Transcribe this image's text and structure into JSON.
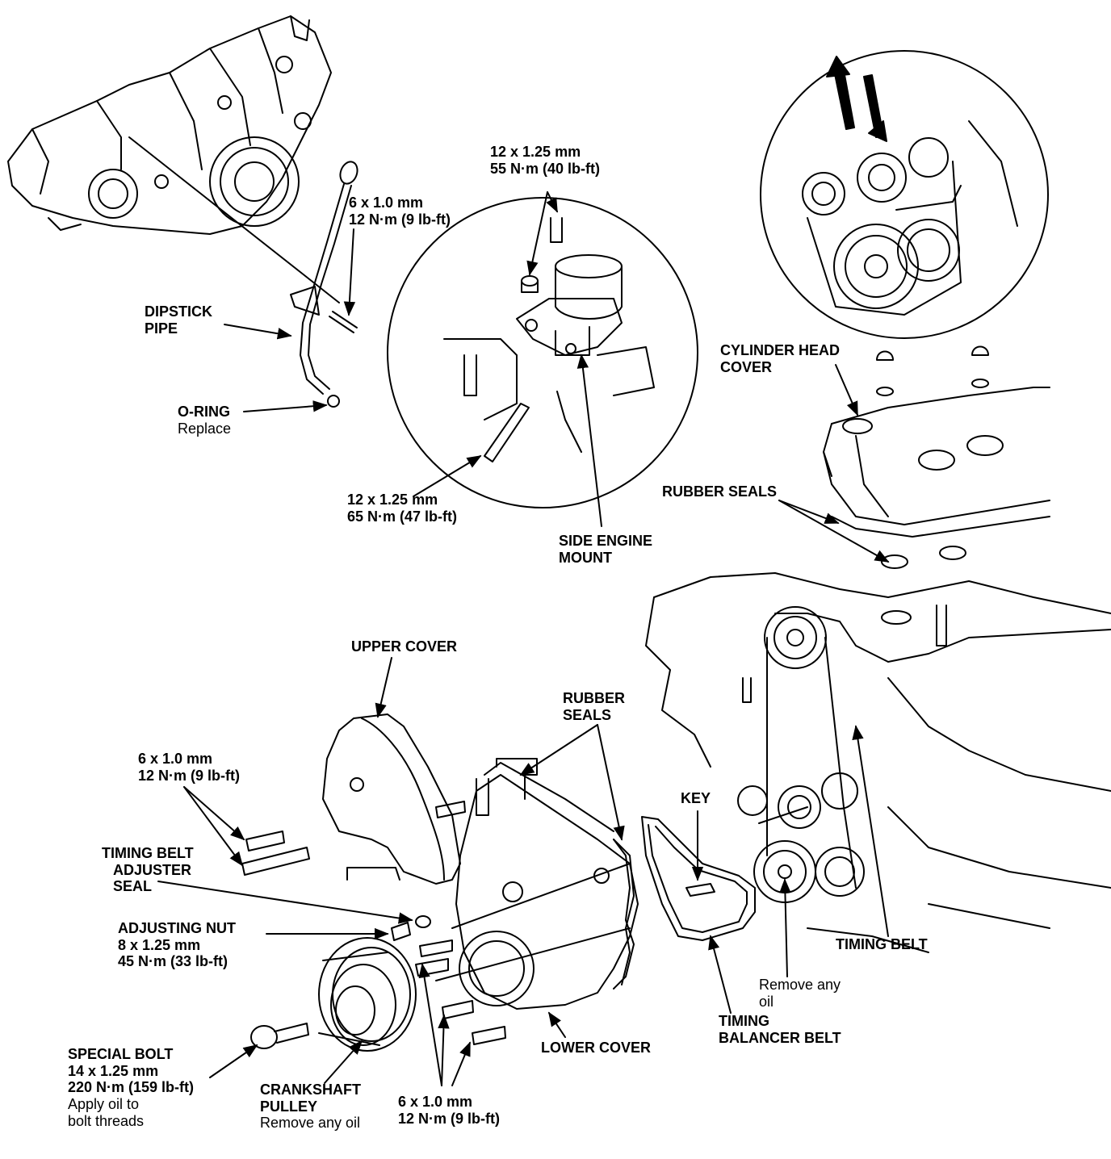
{
  "labels": {
    "dipstick_pipe": {
      "l1": "DIPSTICK",
      "l2": "PIPE"
    },
    "dipstick_bolt": {
      "l1": "6 x 1.0 mm",
      "l2": "12 N·m (9 lb-ft)"
    },
    "o_ring": {
      "l1": "O-RING",
      "l2": "Replace"
    },
    "mount_nut_spec": {
      "l1": "12 x 1.25 mm",
      "l2": "55 N·m (40 lb-ft)"
    },
    "mount_bolt_spec": {
      "l1": "12 x 1.25 mm",
      "l2": "65 N·m (47 lb-ft)"
    },
    "side_engine_mount": {
      "l1": "SIDE ENGINE",
      "l2": "MOUNT"
    },
    "cylinder_head_cover": {
      "l1": "CYLINDER HEAD",
      "l2": "COVER"
    },
    "rubber_seals_top": {
      "l1": "RUBBER SEALS"
    },
    "upper_cover": {
      "l1": "UPPER COVER"
    },
    "rubber_seals_mid": {
      "l1": "RUBBER",
      "l2": "SEALS"
    },
    "key": {
      "l1": "KEY"
    },
    "upper_cover_bolts": {
      "l1": "6 x 1.0 mm",
      "l2": "12 N·m (9 lb-ft)"
    },
    "adjuster_seal": {
      "l1": "TIMING BELT",
      "l2": "ADJUSTER",
      "l3": "SEAL"
    },
    "adjusting_nut": {
      "l1": "ADJUSTING NUT",
      "l2": "8 x 1.25 mm",
      "l3": "45 N·m (33 lb-ft)"
    },
    "timing_belt": {
      "l1": "TIMING BELT"
    },
    "remove_oil_right": {
      "l1": "Remove any",
      "l2": "oil"
    },
    "timing_balancer_belt": {
      "l1": "TIMING",
      "l2": "BALANCER BELT"
    },
    "lower_cover": {
      "l1": "LOWER COVER"
    },
    "special_bolt": {
      "l1": "SPECIAL BOLT",
      "l2": "14 x 1.25 mm",
      "l3": "220 N·m (159 lb-ft)",
      "l4": "Apply oil to",
      "l5": "bolt threads"
    },
    "crankshaft_pulley": {
      "l1": "CRANKSHAFT",
      "l2": "PULLEY",
      "l3": "Remove any oil"
    },
    "lower_cover_bolts": {
      "l1": "6 x 1.0 mm",
      "l2": "12 N·m (9 lb-ft)"
    }
  }
}
